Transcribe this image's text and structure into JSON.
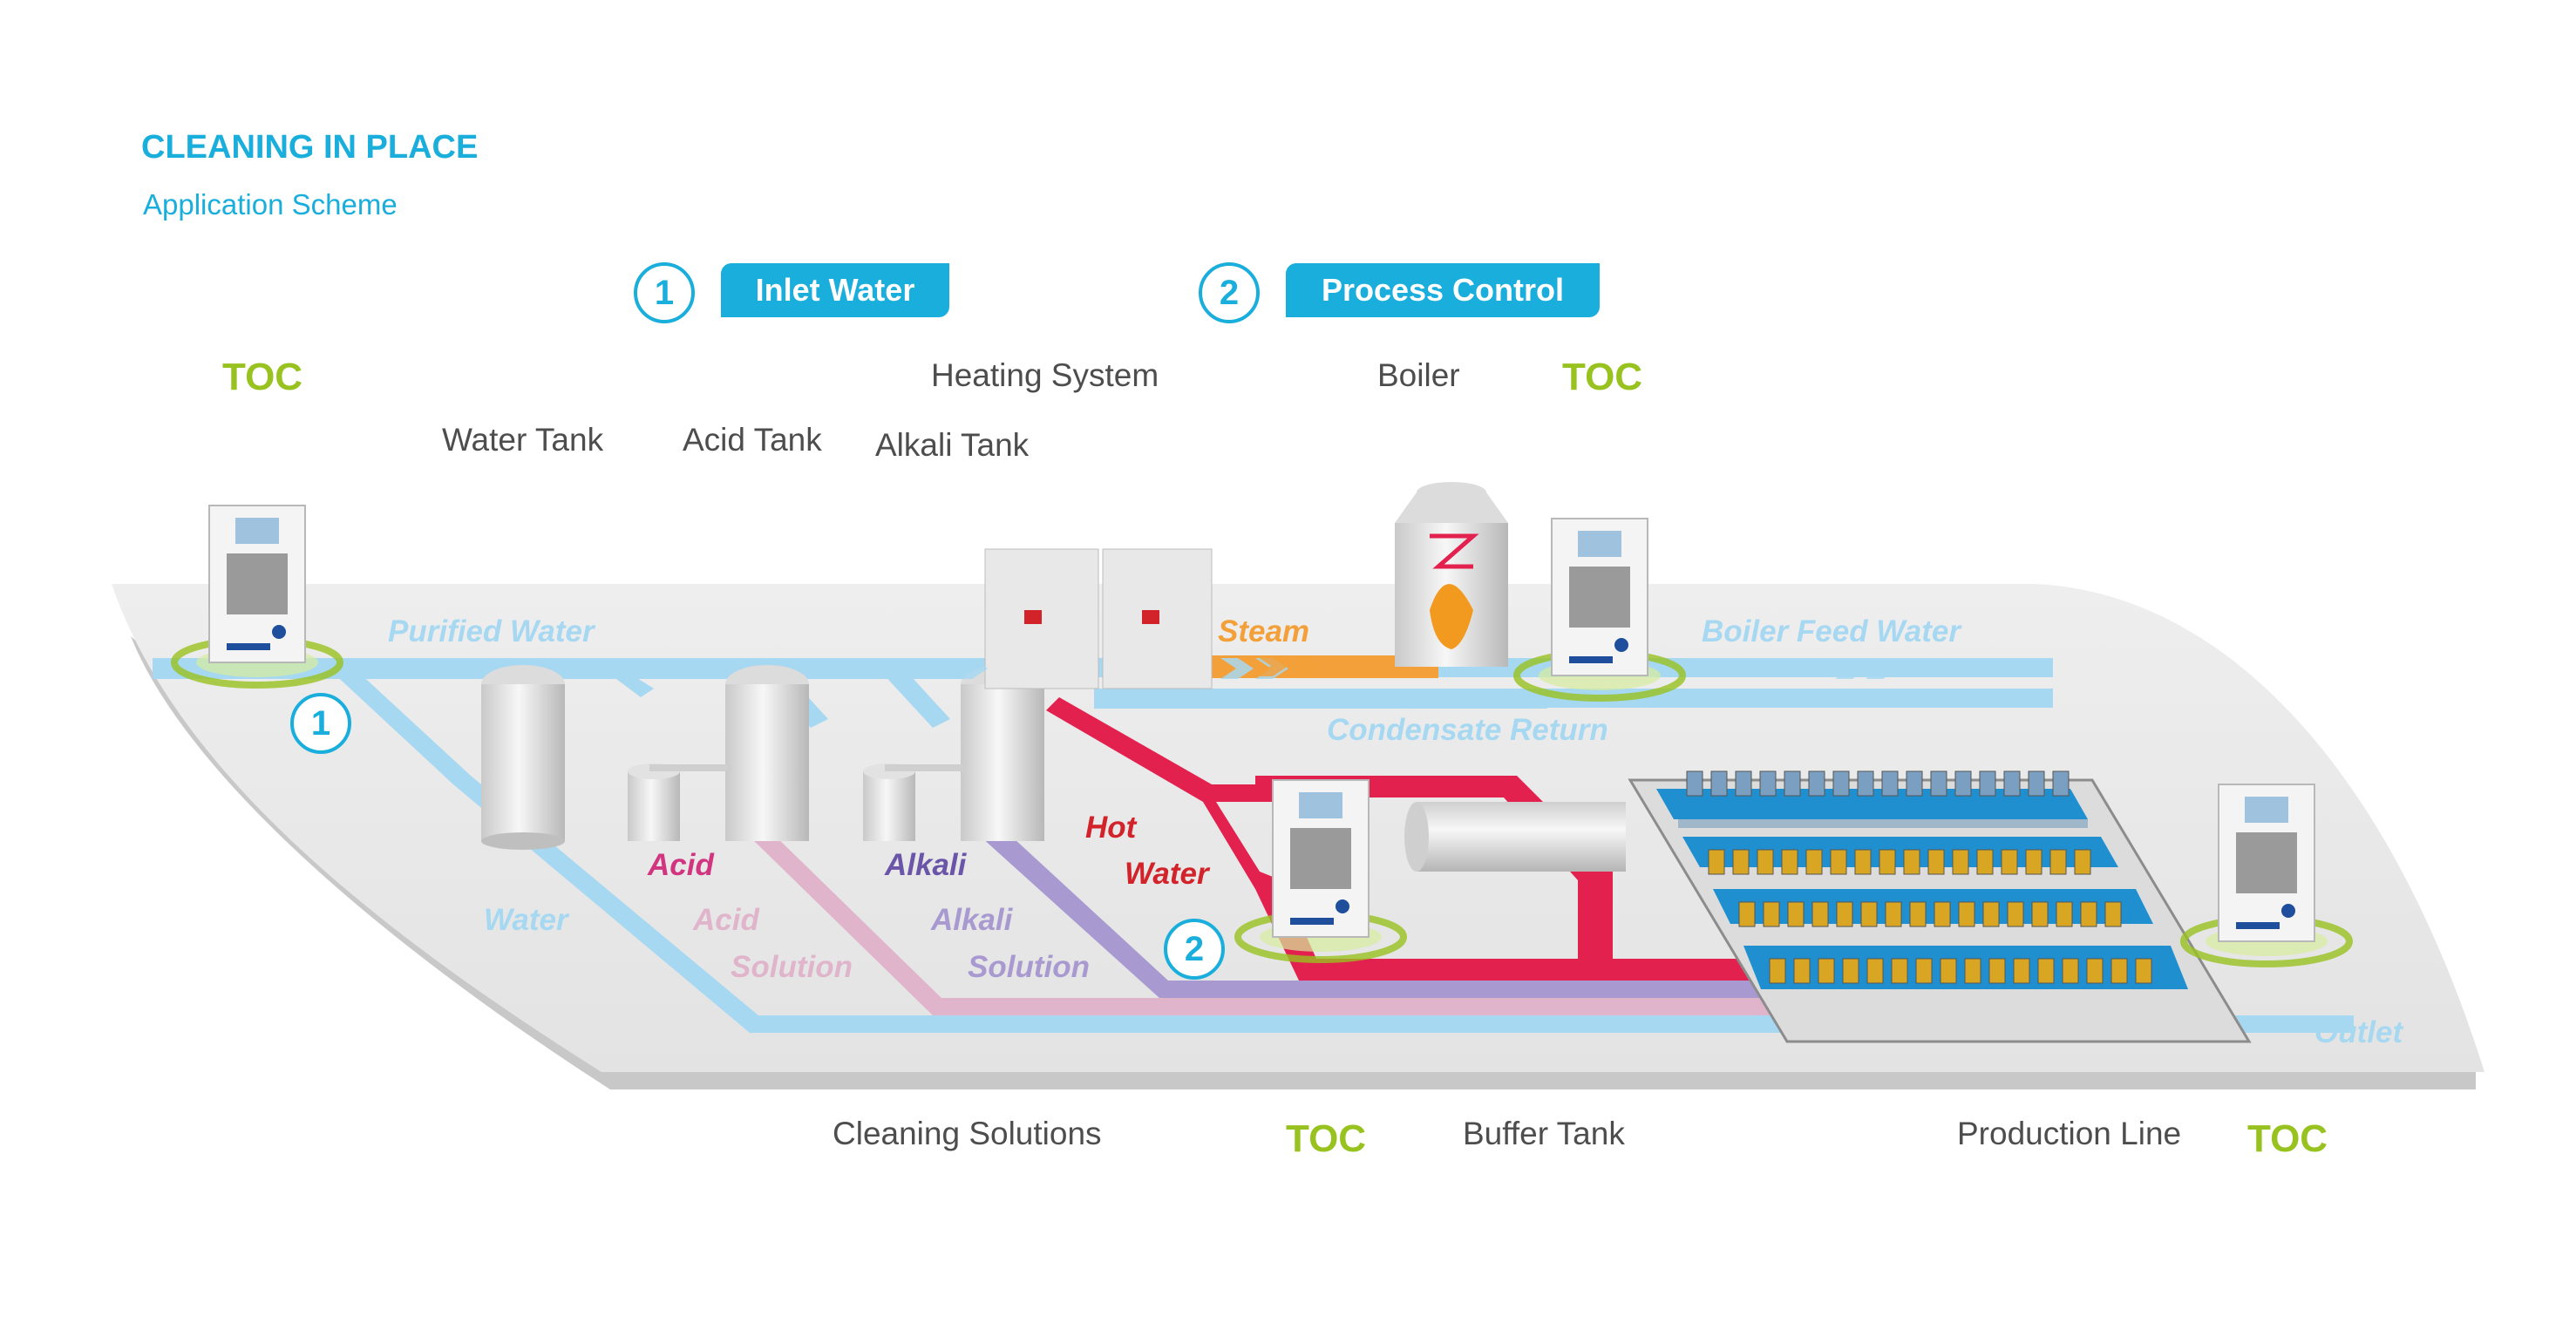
{
  "header": {
    "title": "CLEANING IN PLACE",
    "subtitle": "Application Scheme"
  },
  "steps": [
    {
      "number": "1",
      "label": "Inlet Water"
    },
    {
      "number": "2",
      "label": "Process Control"
    }
  ],
  "components": {
    "water_tank": "Water Tank",
    "acid_tank": "Acid Tank",
    "alkali_tank": "Alkali Tank",
    "heating_system": "Heating System",
    "boiler": "Boiler",
    "cleaning_solutions": "Cleaning Solutions",
    "buffer_tank": "Buffer Tank",
    "production_line": "Production Line"
  },
  "toc_label": "TOC",
  "analyzer_badges": [
    "1",
    "2"
  ],
  "flows": {
    "purified_water": "Purified Water",
    "steam": "Steam",
    "boiler_feed_water": "Boiler Feed Water",
    "condensate_return": "Condensate Return",
    "acid": "Acid",
    "alkali": "Alkali",
    "hot": "Hot",
    "water_word": "Water",
    "water": "Water",
    "acid_solution_1": "Acid",
    "acid_solution_2": "Solution",
    "alkali_solution_1": "Alkali",
    "alkali_solution_2": "Solution",
    "outlet": "Outlet"
  },
  "colors": {
    "brand_blue": "#1aaedc",
    "toc_green": "#98c21f",
    "water_pipe": "#a6d8f2",
    "steam_pipe": "#f3a03a",
    "hot_water_pipe": "#e3214f",
    "acid_pipe": "#e0b5cc",
    "alkali_pipe": "#a89ad0"
  }
}
